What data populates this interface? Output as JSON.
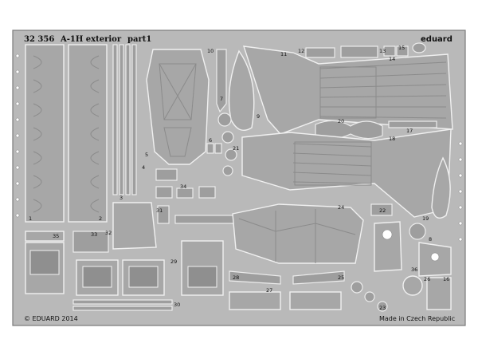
{
  "fret": {
    "code": "32 356",
    "title": "A-1H exterior",
    "part": "part1",
    "brand": "eduard",
    "copyright": "© EDUARD 2014",
    "origin": "Made in Czech Republic"
  },
  "part_numbers": [
    "1",
    "2",
    "3",
    "4",
    "5",
    "6",
    "7",
    "8",
    "9",
    "10",
    "11",
    "12",
    "13",
    "14",
    "15",
    "16",
    "17",
    "18",
    "19",
    "20",
    "21",
    "22",
    "23",
    "24",
    "25",
    "26",
    "27",
    "28",
    "29",
    "30",
    "31",
    "32",
    "33",
    "34",
    "35",
    "36"
  ]
}
